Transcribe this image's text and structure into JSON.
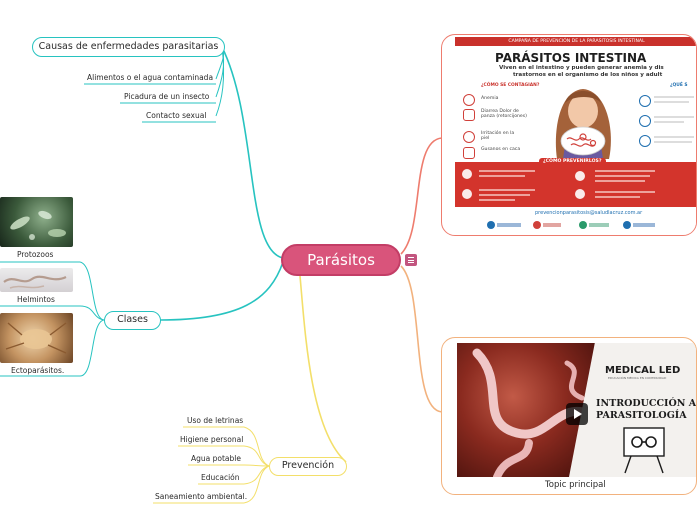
{
  "central": {
    "label": "Parásitos"
  },
  "causas": {
    "title": "Causas de enfermedades parasitarias",
    "items": [
      "Alimentos o el agua contaminada",
      "Picadura de un insecto",
      "Contacto sexual"
    ]
  },
  "clases": {
    "title": "Clases",
    "items": [
      "Protozoos",
      "Helmintos",
      "Ectoparásitos."
    ]
  },
  "prevencion": {
    "title": "Prevención",
    "items": [
      "Uso de letrinas",
      "Higiene personal",
      "Agua potable",
      "Educación",
      "Saneamiento ambiental."
    ]
  },
  "poster": {
    "banner": "CAMPAÑA DE PREVENCIÓN DE LA PARASITOSIS INTESTINAL",
    "heading": "PARÁSITOS INTESTINA",
    "subheading_1": "Viven en el intestino y pueden generar anemia y dis",
    "subheading_2": "trastornos en el organismo de los niños y adult",
    "question_1": "¿CÓMO SE CONTAGIAN?",
    "question_2": "¿QUÉ S",
    "symptoms": [
      "Anemia",
      "Diarrea Dolor de panza (retorcijones)",
      "Irritación en la piel",
      "Gusanos en caca"
    ],
    "prevent_label": "¿CÓMO PREVENIRLOS?",
    "footer_link": "prevencionparasitosis@saludlacruz.com.ar"
  },
  "video": {
    "brand": "MEDICAL LED",
    "brand_tag": "EDUCACIÓN MÉDICA EN CONTINUIDAD",
    "title_1": "INTRODUCCIÓN A",
    "title_2": "PARASITOLOGÍA",
    "caption": "Topic principal"
  },
  "colors": {
    "central": "#d9547b",
    "causas": "#27c3c0",
    "clases": "#27c3c0",
    "prevencion": "#f3df6a",
    "poster": "#ee7c6e",
    "video": "#f2b27e"
  }
}
